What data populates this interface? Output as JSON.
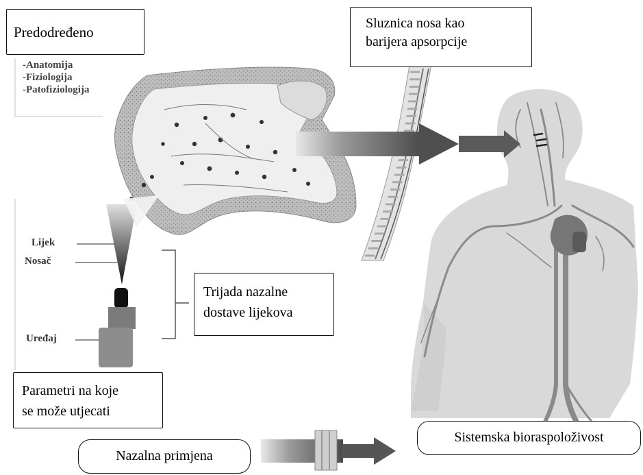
{
  "boxes": {
    "predetermined": "Predodređeno",
    "mucosa_line1": "Sluznica nosa kao",
    "mucosa_line2": "barijera apsorpcije",
    "triad_line1": "Trijada nazalne",
    "triad_line2": "dostave lijekova",
    "params_line1": "Parametri na koje",
    "params_line2": "se može utjecati",
    "nasal_application": "Nazalna primjena",
    "systemic_bioavailability": "Sistemska bioraspoloživost"
  },
  "predetermined_list": [
    "-Anatomija",
    "-Fiziologija",
    "-Patofiziologija"
  ],
  "spray_labels": {
    "drug": "Lijek",
    "carrier": "Nosač",
    "device": "Uređaj"
  },
  "colors": {
    "arrow": "#555555",
    "body": "#d9d9d9",
    "vessel": "#8a8a8a",
    "nasal_cavity": "#efefef",
    "mucosa_stripe": "#bdbdbd"
  }
}
